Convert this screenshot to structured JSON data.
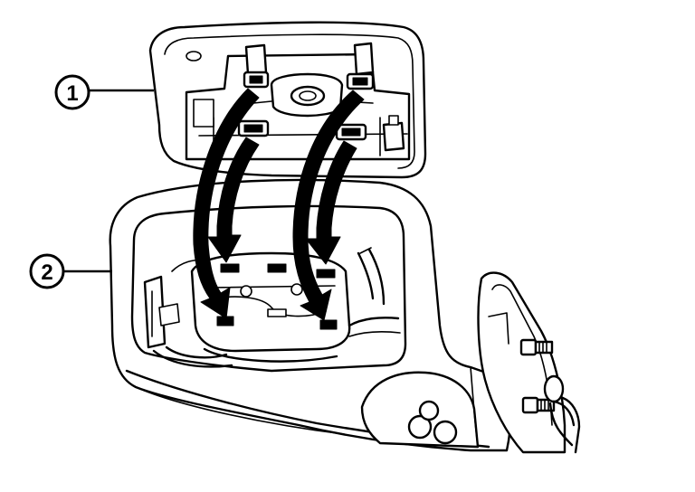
{
  "callouts": [
    {
      "id": "1",
      "label": "①",
      "part": "mirror-glass"
    },
    {
      "id": "2",
      "label": "②",
      "part": "mirror-housing"
    }
  ],
  "colors": {
    "line": "#000000",
    "fill": "#ffffff",
    "arrow": "#000000"
  },
  "icons": [
    "mirror-glass-assembly",
    "mirror-housing",
    "actuator-motor",
    "mounting-clip",
    "removal-arrow"
  ]
}
